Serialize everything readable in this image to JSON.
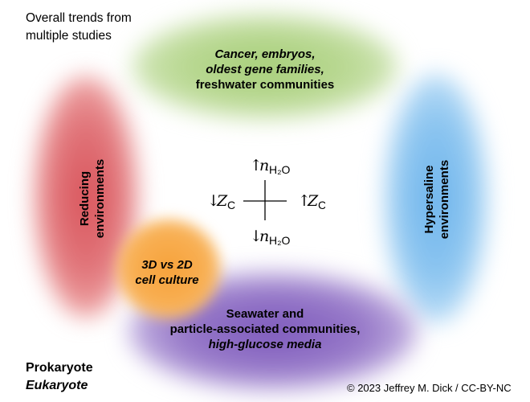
{
  "header": {
    "title_line1": "Overall trends from",
    "title_line2": "multiple studies"
  },
  "regions": {
    "top": {
      "line1": "Cancer, embryos,",
      "line2": "oldest gene families,",
      "line3": "freshwater communities",
      "color": "#a7cf7a"
    },
    "left": {
      "line1": "Reducing",
      "line2": "environments",
      "color": "#d9535a"
    },
    "right": {
      "line1": "Hypersaline",
      "line2": "environments",
      "color": "#6eb4ec"
    },
    "bottom": {
      "line1": "Seawater and",
      "line2": "particle-associated communities,",
      "line3": "high-glucose media",
      "color": "#7e5bbd"
    },
    "corner": {
      "line1": "3D vs 2D",
      "line2": "cell culture",
      "color": "#f7a23a"
    }
  },
  "axes": {
    "up_arrow": "↑",
    "down_arrow": "↓",
    "n_symbol": "n",
    "n_subscript": "H₂O",
    "z_symbol": "Z",
    "z_subscript": "C"
  },
  "legend": {
    "prokaryote": "Prokaryote",
    "eukaryote": "Eukaryote"
  },
  "footer": {
    "copyright": "© 2023 Jeffrey M. Dick / CC-BY-NC"
  }
}
